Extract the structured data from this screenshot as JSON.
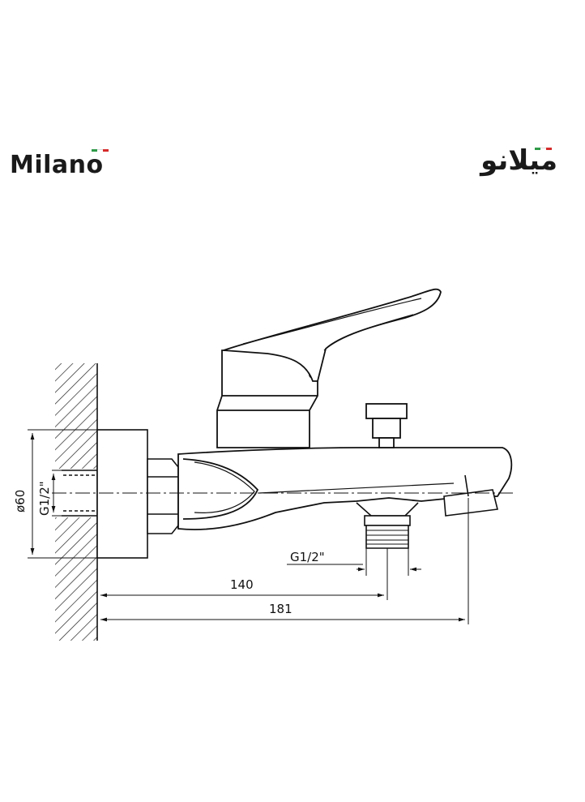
{
  "brand": {
    "latin_name": "Milano",
    "arabic_name": "ميلانو",
    "flag_colors": [
      "#2e9a48",
      "#ffffff",
      "#d52b2b"
    ]
  },
  "dimensions": {
    "diameter": "ø60",
    "inlet_thread": "G1/2\"",
    "outlet_thread": "G1/2\"",
    "length_inlet": "140",
    "length_total": "181"
  }
}
